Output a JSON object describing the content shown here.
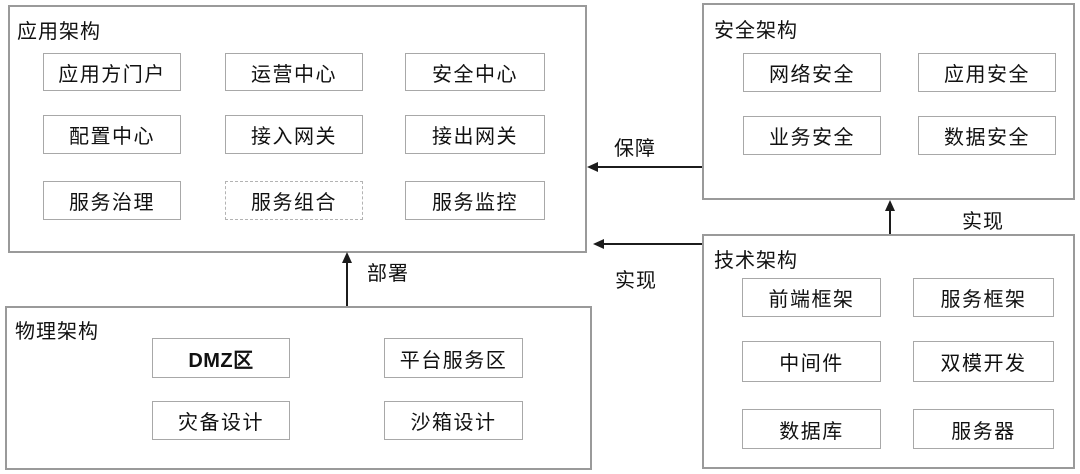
{
  "diagram": {
    "groups": {
      "application": {
        "title": "应用架构",
        "items": {
          "portal": "应用方门户",
          "operation_center": "运营中心",
          "security_center": "安全中心",
          "config_center": "配置中心",
          "inbound_gateway": "接入网关",
          "outbound_gateway": "接出网关",
          "service_governance": "服务治理",
          "service_composition": "服务组合",
          "service_monitoring": "服务监控"
        }
      },
      "security": {
        "title": "安全架构",
        "items": {
          "network_security": "网络安全",
          "application_security": "应用安全",
          "business_security": "业务安全",
          "data_security": "数据安全"
        }
      },
      "technology": {
        "title": "技术架构",
        "items": {
          "frontend_framework": "前端框架",
          "service_framework": "服务框架",
          "middleware": "中间件",
          "dual_mode_dev": "双模开发",
          "database": "数据库",
          "server": "服务器"
        }
      },
      "physical": {
        "title": "物理架构",
        "items": {
          "dmz_zone": "DMZ区",
          "platform_service_zone": "平台服务区",
          "disaster_recovery_design": "灾备设计",
          "sandbox_design": "沙箱设计"
        }
      }
    },
    "arrows": {
      "guarantee": {
        "label": "保障",
        "from": "security",
        "to": "application"
      },
      "realize_security": {
        "label": "实现",
        "from": "technology",
        "to": "security"
      },
      "realize_application": {
        "label": "实现",
        "from": "technology",
        "to": "application"
      },
      "deploy": {
        "label": "部署",
        "from": "physical",
        "to": "application"
      }
    },
    "colors": {
      "background": "#ffffff",
      "box_border": "#9a9a9a",
      "node_border": "#a8a8a8",
      "arrow": "#1c1c1c",
      "text": "#111111"
    }
  }
}
